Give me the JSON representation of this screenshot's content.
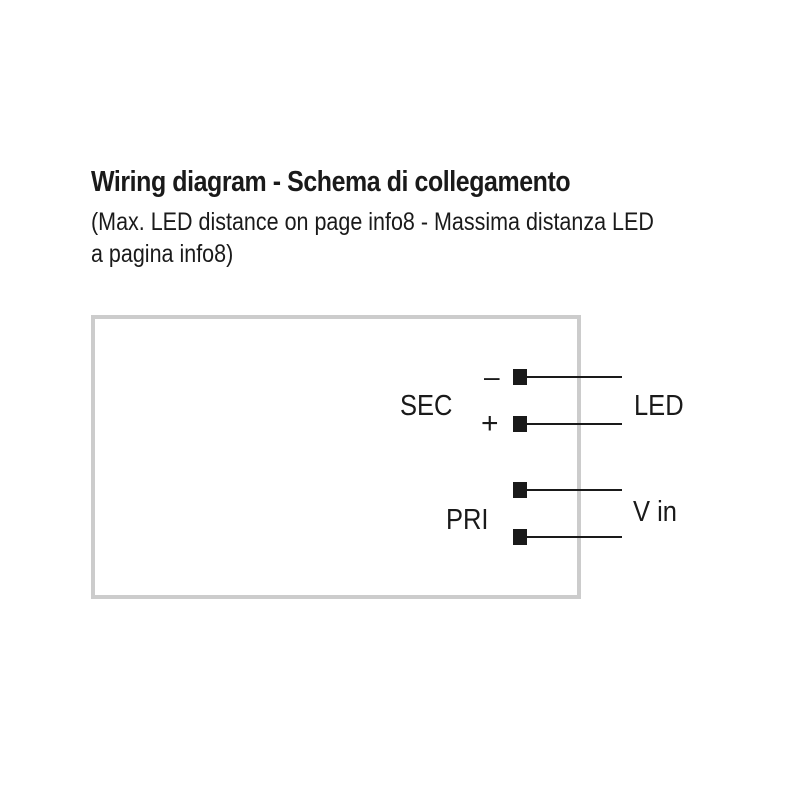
{
  "header": {
    "title": "Wiring diagram - Schema di collegamento",
    "subtitle_line1": "(Max. LED distance on page info8 - Massima distanza LED",
    "subtitle_line2": "a pagina info8)"
  },
  "diagram": {
    "sec_label": "SEC",
    "minus_sign": "–",
    "plus_sign": "+",
    "led_label": "LED",
    "pri_label": "PRI",
    "vin_label": "V in",
    "colors": {
      "box_border": "#cccccc",
      "wire": "#1a1a1a",
      "text": "#1a1a1a"
    }
  }
}
